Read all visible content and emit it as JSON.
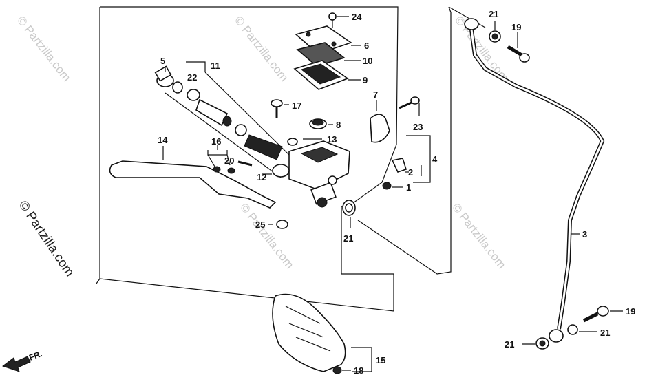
{
  "watermarks": {
    "faint": "© Partzilla.com",
    "left": "© Partzilla.com"
  },
  "direction_label": "FR.",
  "callouts": {
    "c24": "24",
    "c6": "6",
    "c10": "10",
    "c9": "9",
    "c5": "5",
    "c11": "11",
    "c22": "22",
    "c17": "17",
    "c8": "8",
    "c7": "7",
    "c23": "23",
    "c13": "13",
    "c14": "14",
    "c16": "16",
    "c20": "20",
    "c12": "12",
    "c4": "4",
    "c2": "2",
    "c1": "1",
    "c25": "25",
    "c21a": "21",
    "c21b": "21",
    "c19a": "19",
    "c3": "3",
    "c19b": "19",
    "c21c": "21",
    "c21d": "21",
    "c15": "15",
    "c18": "18"
  }
}
